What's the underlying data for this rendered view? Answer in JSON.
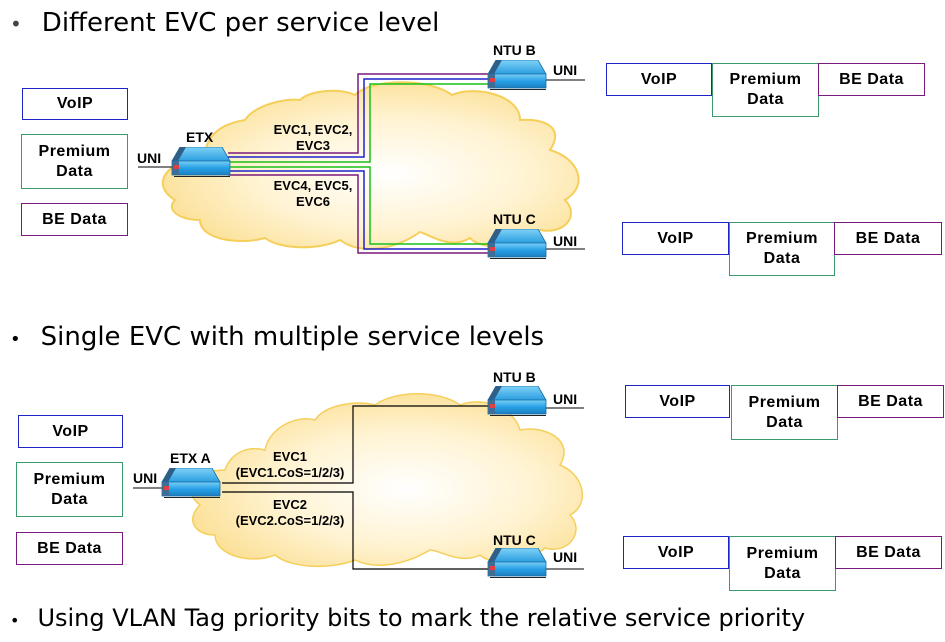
{
  "bullets": {
    "b1": "Different EVC per service level",
    "b2": "Single EVC with multiple service levels",
    "b3": "Using VLAN Tag priority bits to mark the relative service priority",
    "bullet_char": "•"
  },
  "service_classes": {
    "voip": "VoIP",
    "premium_line1": "Premium",
    "premium_line2": "Data",
    "be": "BE Data"
  },
  "colors": {
    "voip": "#1f24c9",
    "premium": "#3a9a6a",
    "be": "#7a1a7e",
    "evc_green": "#19c019",
    "cloud": "#fde7a8",
    "device": "#2a9fe0"
  },
  "diagram1": {
    "source_device": "ETX",
    "uni": "UNI",
    "ntu_b": "NTU B",
    "ntu_c": "NTU C",
    "evc_group_b_line1": "EVC1, EVC2,",
    "evc_group_b_line2": "EVC3",
    "evc_group_c_line1": "EVC4, EVC5,",
    "evc_group_c_line2": "EVC6"
  },
  "diagram2": {
    "source_device": "ETX A",
    "uni": "UNI",
    "ntu_b": "NTU B",
    "ntu_c": "NTU C",
    "evc1_line1": "EVC1",
    "evc1_line2": "(EVC1.CoS=1/2/3)",
    "evc2_line1": "EVC2",
    "evc2_line2": "(EVC2.CoS=1/2/3)"
  }
}
